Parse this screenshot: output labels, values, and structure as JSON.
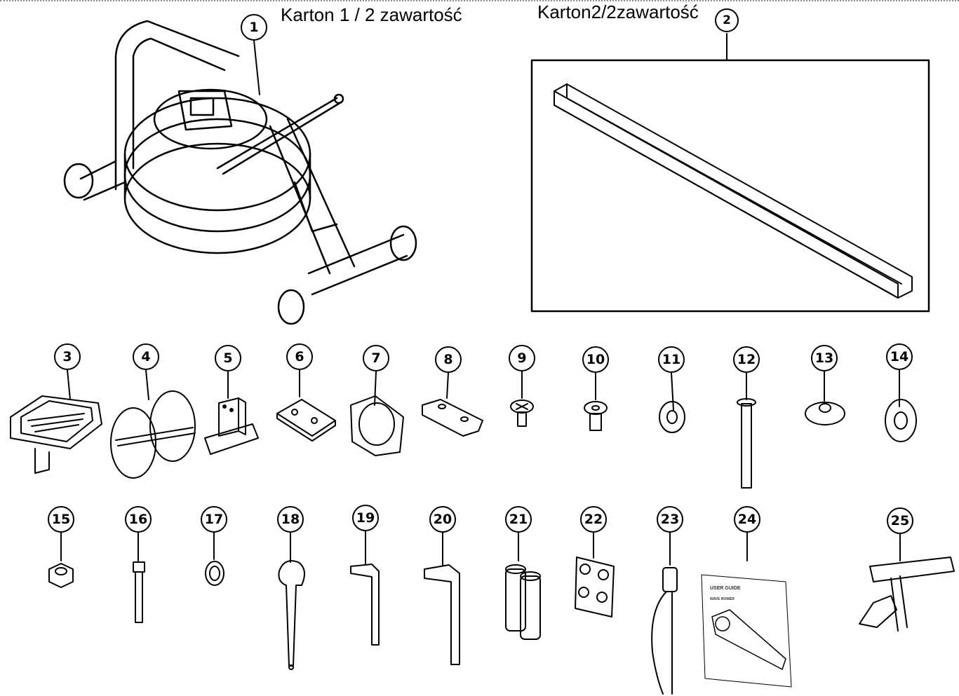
{
  "headings": {
    "carton1": "Karton 1 / 2 zawartość",
    "carton2": "Karton2/2zawartość"
  },
  "parts": [
    "1",
    "2",
    "3",
    "4",
    "5",
    "6",
    "7",
    "8",
    "9",
    "10",
    "11",
    "12",
    "13",
    "14",
    "15",
    "16",
    "17",
    "18",
    "19",
    "20",
    "21",
    "22",
    "23",
    "24",
    "25"
  ],
  "manual": {
    "title": "USER GUIDE",
    "subtitle": "WAVE ROWER"
  }
}
